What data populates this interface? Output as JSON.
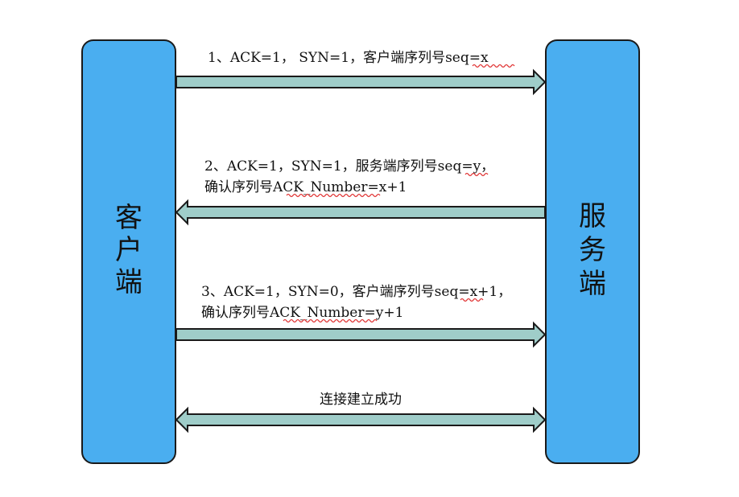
{
  "client": {
    "label_chars": [
      "客",
      "户",
      "端"
    ]
  },
  "server": {
    "label_chars": [
      "服",
      "务",
      "端"
    ]
  },
  "messages": [
    {
      "direction": "right",
      "lines": [
        "1、ACK=1， SYN=1，客户端序列号seq=x"
      ]
    },
    {
      "direction": "left",
      "lines": [
        "2、ACK=1，SYN=1，服务端序列号seq=y，",
        "确认序列号ACK_Number=x+1"
      ]
    },
    {
      "direction": "right",
      "lines": [
        "3、ACK=1，SYN=0，客户端序列号seq=x+1，",
        "确认序列号ACK_Number=y+1"
      ]
    },
    {
      "direction": "both",
      "lines": [
        "连接建立成功"
      ]
    }
  ],
  "colors": {
    "node_fill": "#4aaef0",
    "arrow_fill": "#9fcdc9",
    "squiggle": "#e03030"
  }
}
